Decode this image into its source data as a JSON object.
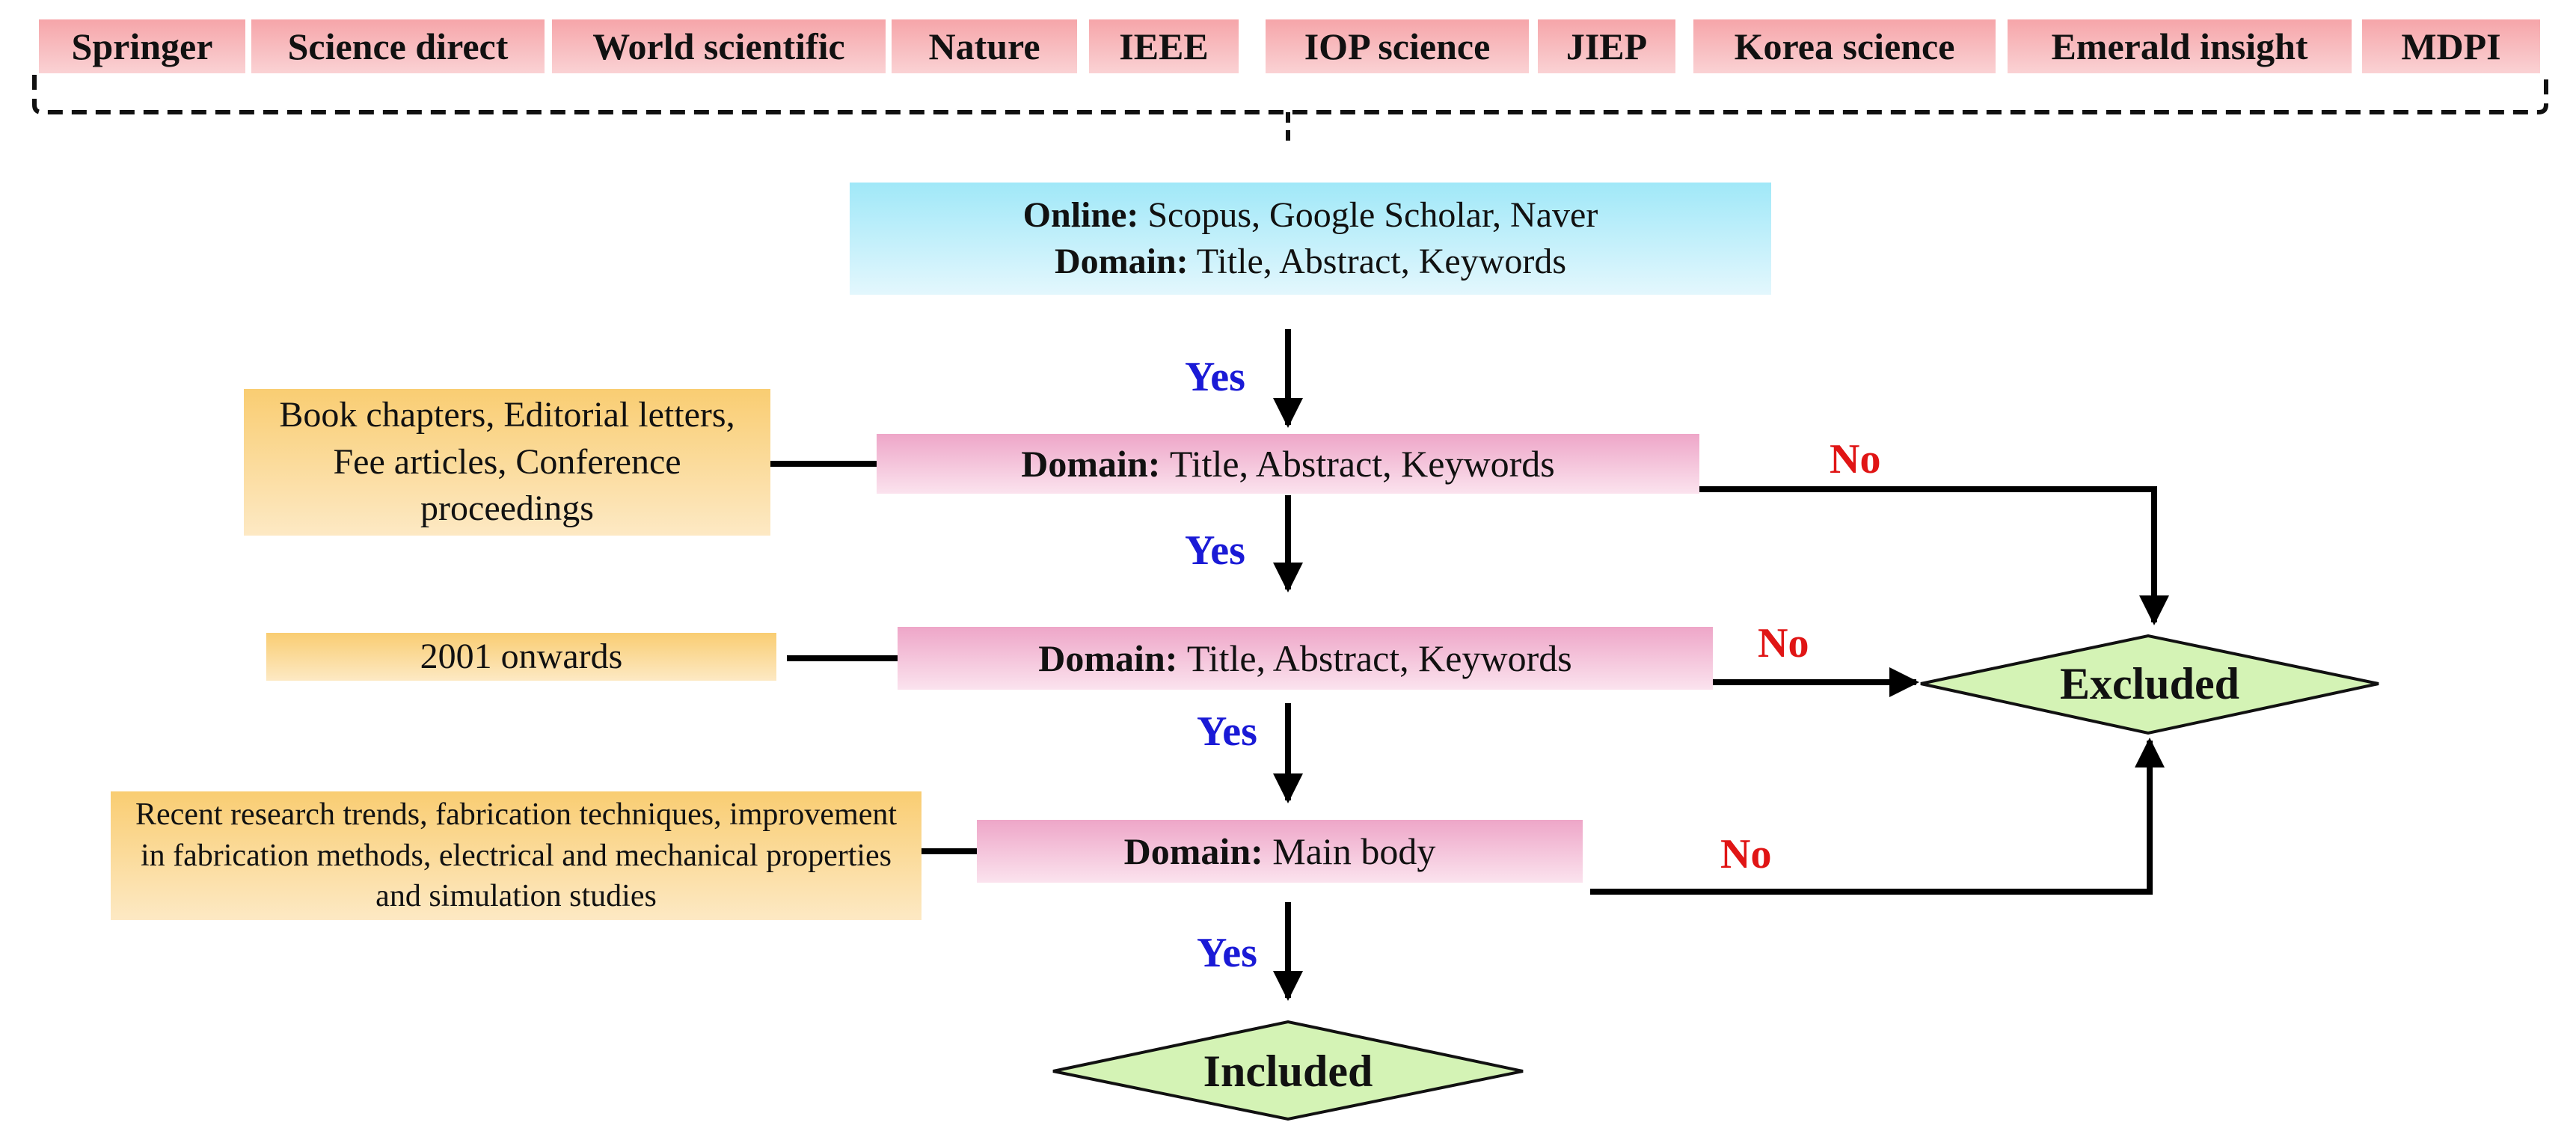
{
  "publishers": [
    "Springer",
    "Science direct",
    "World scientific",
    "Nature",
    "IEEE",
    "IOP science",
    "JIEP",
    "Korea science",
    "Emerald insight",
    "MDPI"
  ],
  "search": {
    "online_label": "Online:",
    "online_sources": "Scopus, Google Scholar, Naver",
    "domain_label": "Domain:",
    "domain_fields": "Title, Abstract, Keywords"
  },
  "steps": [
    {
      "label": "Domain:",
      "value": "Title, Abstract, Keywords"
    },
    {
      "label": "Domain:",
      "value": "Title, Abstract, Keywords"
    },
    {
      "label": "Domain:",
      "value": "Main body"
    }
  ],
  "criteria": [
    "Book chapters, Editorial letters, Fee articles, Conference proceedings",
    "2001 onwards",
    "Recent research trends, fabrication techniques, improvement in fabrication methods, electrical and mechanical properties and simulation studies"
  ],
  "flow_labels": {
    "yes": [
      "Yes",
      "Yes",
      "Yes",
      "Yes"
    ],
    "no": [
      "No",
      "No",
      "No"
    ]
  },
  "outcomes": {
    "excluded": "Excluded",
    "included": "Included"
  },
  "colors": {
    "publisher_fill": "#f6a5a9",
    "search_fill": "#a0e8f8",
    "step_fill": "#eea6c8",
    "criteria_fill": "#f9cd72",
    "decision_fill": "#d4f3b5",
    "yes_text": "#1a1ad6",
    "no_text": "#e01515"
  }
}
